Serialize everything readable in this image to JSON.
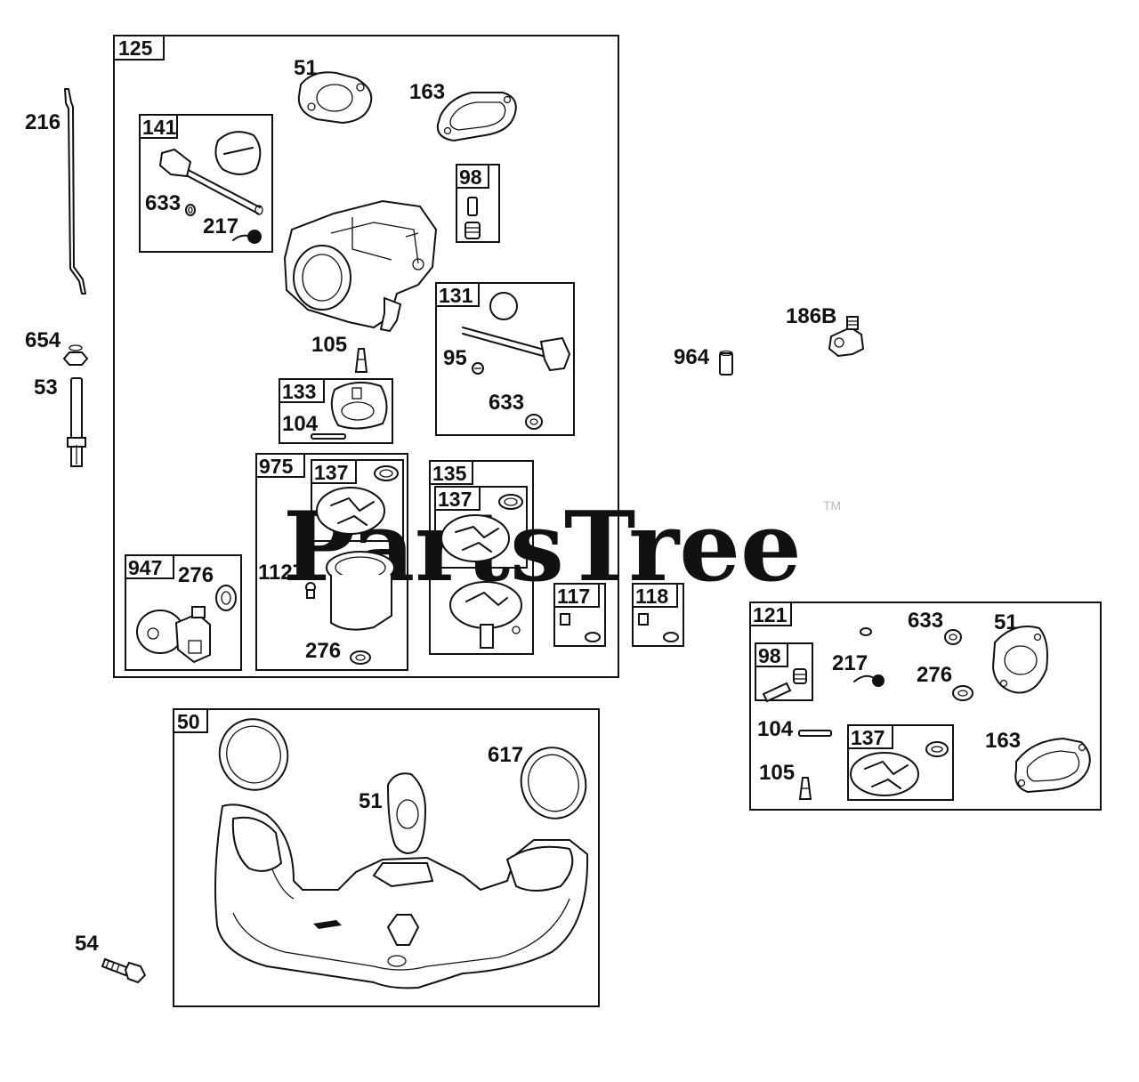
{
  "watermark": {
    "text": "PartsTree",
    "tm": "TM"
  },
  "labels": {
    "l216": "216",
    "l654": "654",
    "l53": "53",
    "l54": "54",
    "l964": "964",
    "l186b": "186B",
    "g125": "125",
    "g141": "141",
    "g98": "98",
    "g131": "131",
    "g133": "133",
    "g975": "975",
    "g137a": "137",
    "g135": "135",
    "g137b": "137",
    "g947": "947",
    "g117": "117",
    "g118": "118",
    "g50": "50",
    "g121": "121",
    "g98b": "98",
    "g137c": "137",
    "p51a": "51",
    "p163a": "163",
    "p633a": "633",
    "p217a": "217",
    "p105a": "105",
    "p104a": "104",
    "p95": "95",
    "p633b": "633",
    "p1127": "1127",
    "p276a": "276",
    "p276b": "276",
    "p617": "617",
    "p51b": "51",
    "p633c": "633",
    "p51c": "51",
    "p217b": "217",
    "p276c": "276",
    "p104b": "104",
    "p105b": "105",
    "p163b": "163"
  }
}
